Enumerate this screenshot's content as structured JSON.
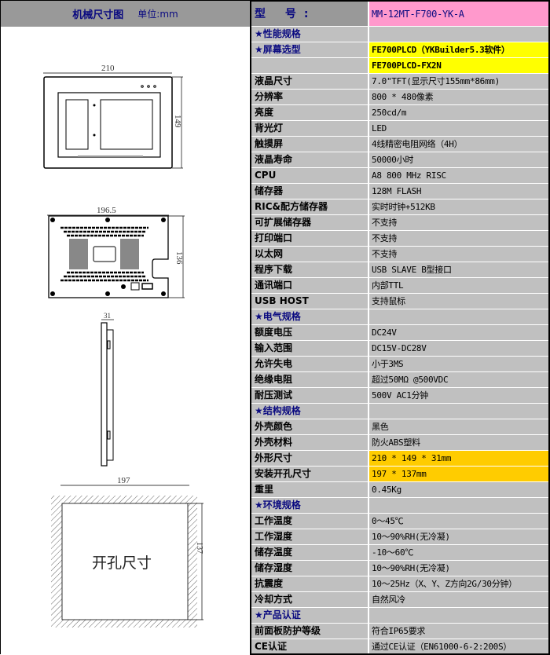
{
  "left": {
    "title": "机械尺寸图",
    "unit": "单位:mm",
    "dims": {
      "front_width": "210",
      "front_height": "149",
      "back_width": "196.5",
      "back_height": "136",
      "side_depth": "31",
      "cutout_width": "197",
      "cutout_height": "137",
      "cutout_label": "开孔尺寸"
    }
  },
  "model": {
    "label": "型 号:",
    "value": "MM-12MT-F700-YK-A"
  },
  "rows": [
    {
      "label": "★性能规格",
      "value": "",
      "type": "sec"
    },
    {
      "label": "★屏幕选型",
      "value": "FE700PLCD（YKBuilder5.3软件）",
      "type": "sec",
      "hl": "yellow"
    },
    {
      "label": "",
      "value": "FE700PLCD-FX2N",
      "hl": "yellow"
    },
    {
      "label": "液晶尺寸",
      "value": "7.0\"TFT(显示尺寸155mm*86mm)"
    },
    {
      "label": "分辨率",
      "value": "800 * 480像素"
    },
    {
      "label": "亮度",
      "value": "250cd/m"
    },
    {
      "label": "背光灯",
      "value": "LED"
    },
    {
      "label": "触摸屏",
      "value": "4线精密电阻网络（4H）"
    },
    {
      "label": "液晶寿命",
      "value": "50000小时"
    },
    {
      "label": "CPU",
      "value": "A8 800 MHz RISC"
    },
    {
      "label": "储存器",
      "value": "128M FLASH"
    },
    {
      "label": "RIC&配方储存器",
      "value": "实时时钟+512KB"
    },
    {
      "label": "可扩展储存器",
      "value": "不支持"
    },
    {
      "label": "打印端口",
      "value": "不支持"
    },
    {
      "label": "以太网",
      "value": "不支持"
    },
    {
      "label": "程序下载",
      "value": "USB SLAVE B型接口"
    },
    {
      "label": "通讯端口",
      "value": "内部TTL"
    },
    {
      "label": "USB HOST",
      "value": "支持鼠标"
    },
    {
      "label": "★电气规格",
      "value": "",
      "type": "sec"
    },
    {
      "label": "额度电压",
      "value": "DC24V"
    },
    {
      "label": "输入范围",
      "value": "DC15V-DC28V"
    },
    {
      "label": "允许失电",
      "value": "小于3MS"
    },
    {
      "label": "绝缘电阻",
      "value": "超过50MΩ @500VDC"
    },
    {
      "label": "耐压测试",
      "value": "500V AC1分钟"
    },
    {
      "label": "★结构规格",
      "value": "",
      "type": "sec"
    },
    {
      "label": "外壳颜色",
      "value": "黑色"
    },
    {
      "label": "外壳材料",
      "value": "防火ABS塑料"
    },
    {
      "label": "外形尺寸",
      "value": "210 * 149 * 31mm",
      "hl": "orange"
    },
    {
      "label": "安装开孔尺寸",
      "value": "197 * 137mm",
      "hl": "orange"
    },
    {
      "label": "重里",
      "value": "0.45Kg"
    },
    {
      "label": "★环境规格",
      "value": "",
      "type": "sec"
    },
    {
      "label": "工作温度",
      "value": "0～45℃"
    },
    {
      "label": "工作湿度",
      "value": "10～90%RH(无冷凝)"
    },
    {
      "label": "储存温度",
      "value": "-10～60℃"
    },
    {
      "label": "储存湿度",
      "value": "10～90%RH(无冷凝)"
    },
    {
      "label": "抗震度",
      "value": "10～25Hz（X、Y、Z方向2G/30分钟）"
    },
    {
      "label": "冷却方式",
      "value": "自然风冷"
    },
    {
      "label": "★产品认证",
      "value": "",
      "type": "sec"
    },
    {
      "label": "前面板防护等级",
      "value": "符合IP65要求"
    },
    {
      "label": "CE认证",
      "value": "通过CE认证（EN61000-6-2:200S）"
    }
  ]
}
